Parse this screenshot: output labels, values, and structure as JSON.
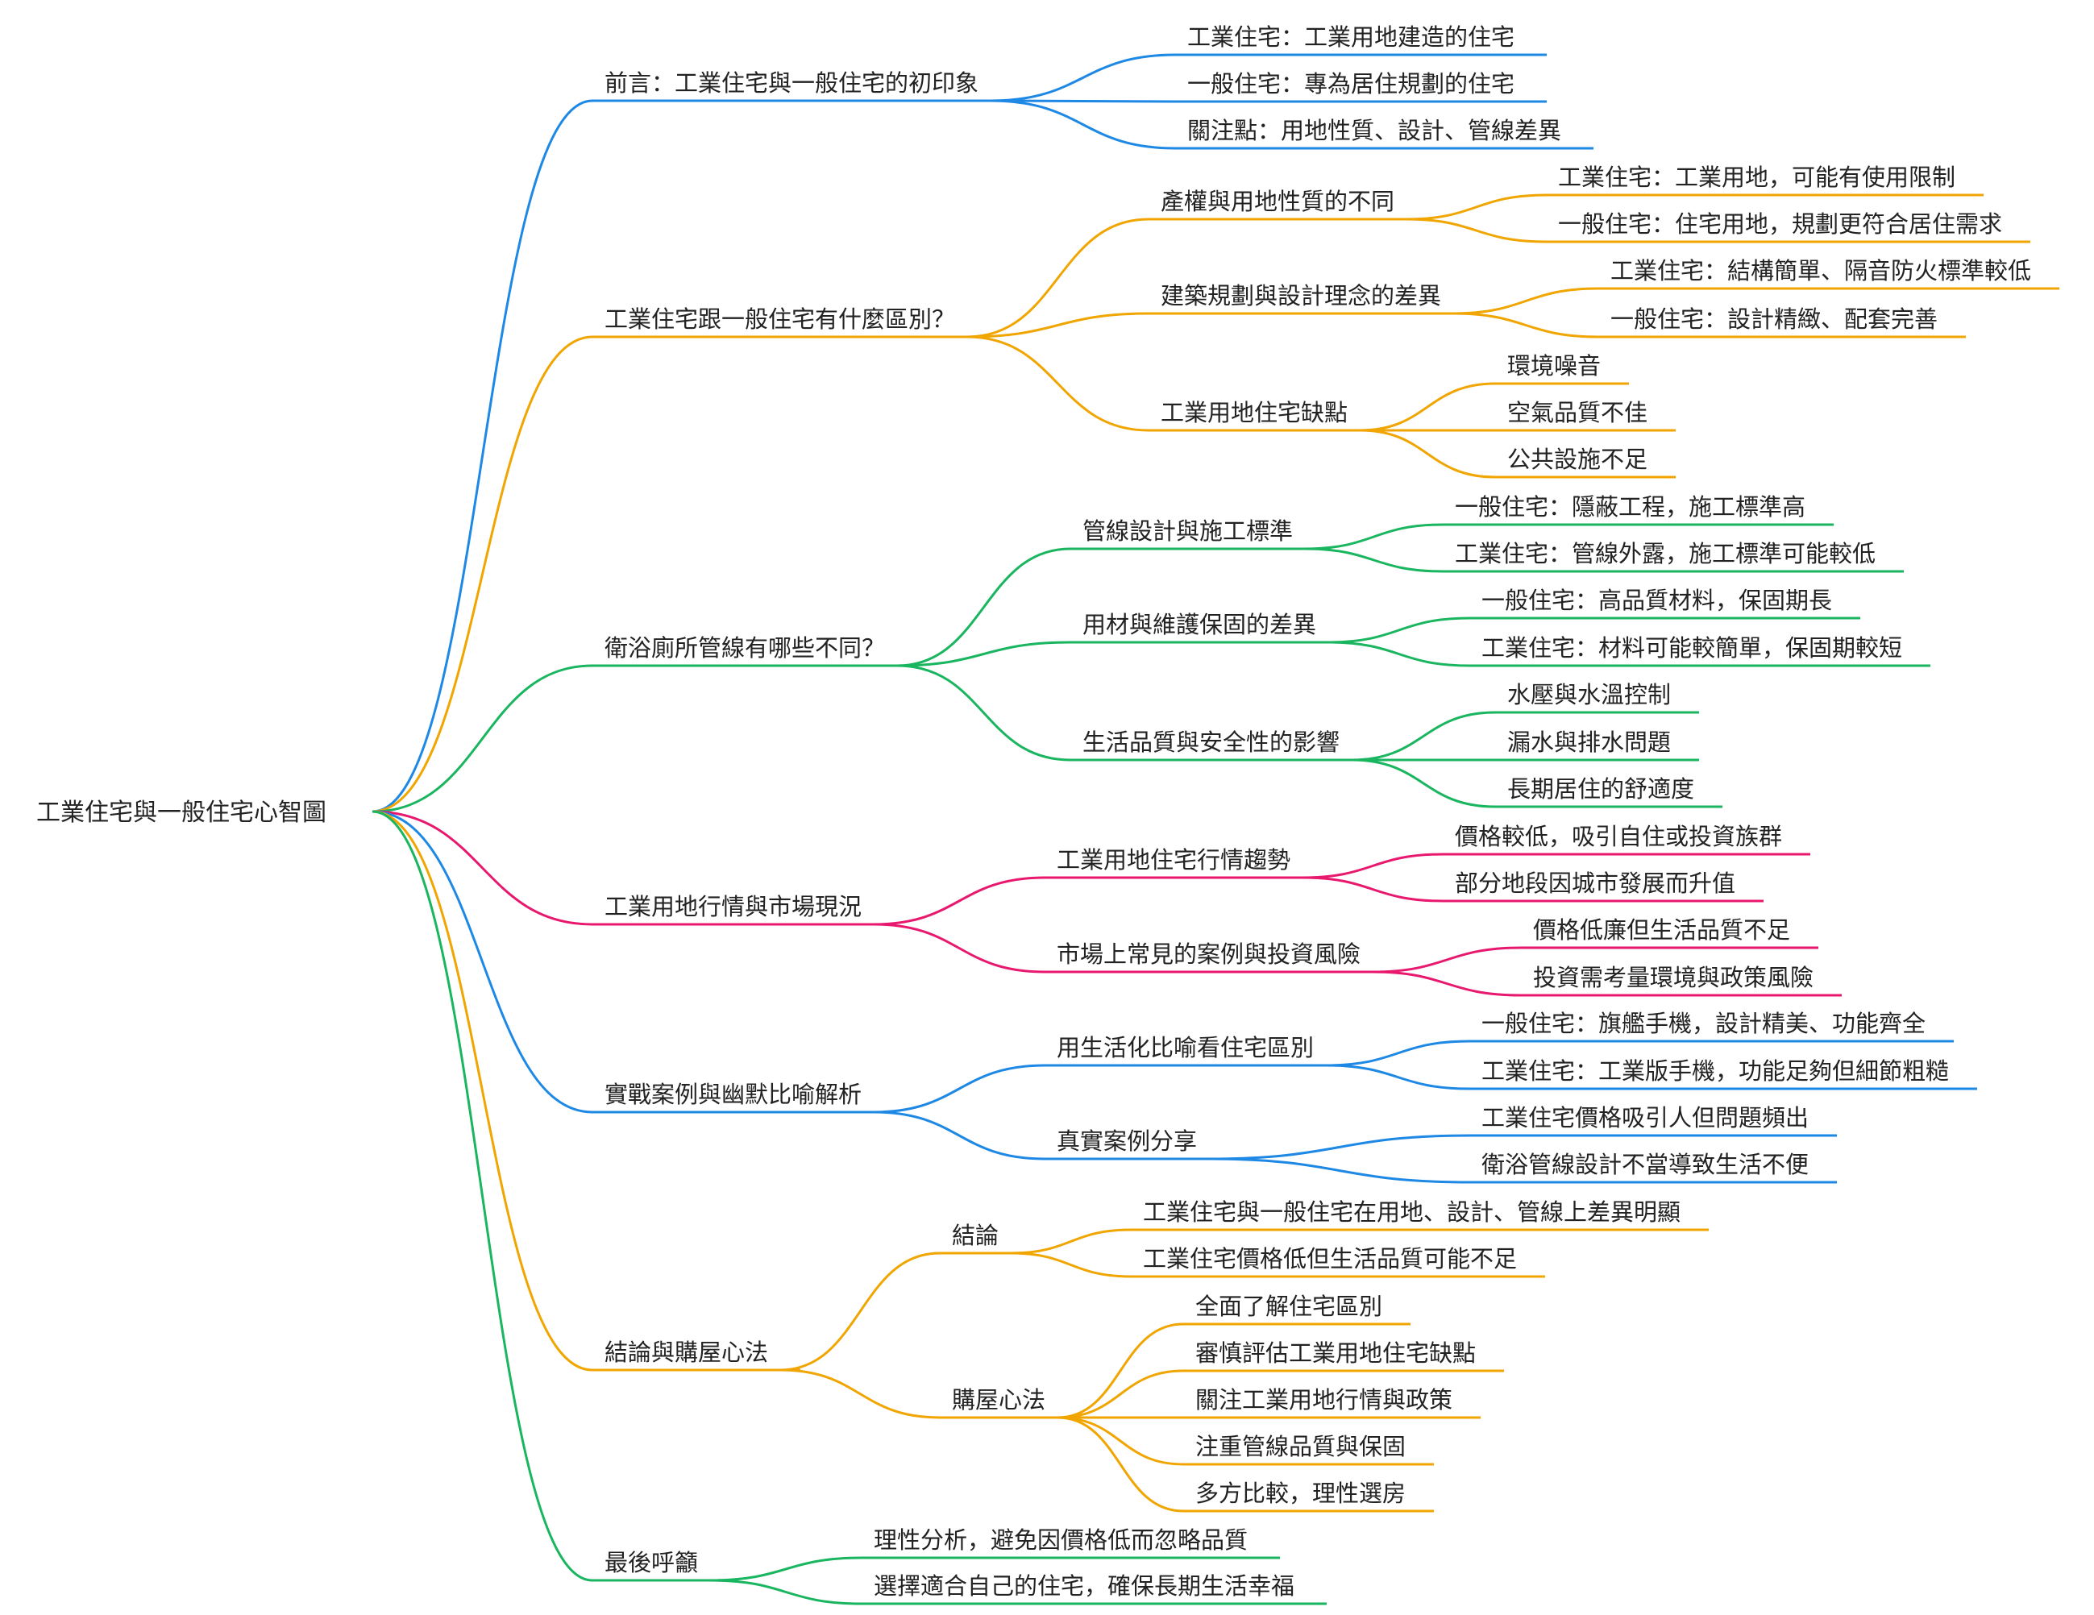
{
  "root": {
    "title": "工業住宅與一般住宅心智圖"
  },
  "colors": {
    "blue": "#1E88E5",
    "orange": "#F0A500",
    "green": "#19B55F",
    "pink": "#E8186E",
    "text": "#222222"
  },
  "branches": [
    {
      "label": "前言：工業住宅與一般住宅的初印象",
      "color": "blue",
      "children": [
        {
          "label": "工業住宅：工業用地建造的住宅"
        },
        {
          "label": "一般住宅：專為居住規劃的住宅"
        },
        {
          "label": "關注點：用地性質、設計、管線差異"
        }
      ]
    },
    {
      "label": "工業住宅跟一般住宅有什麼區別？",
      "color": "orange",
      "children": [
        {
          "label": "產權與用地性質的不同",
          "children": [
            {
              "label": "工業住宅：工業用地，可能有使用限制"
            },
            {
              "label": "一般住宅：住宅用地，規劃更符合居住需求"
            }
          ]
        },
        {
          "label": "建築規劃與設計理念的差異",
          "children": [
            {
              "label": "工業住宅：結構簡單、隔音防火標準較低"
            },
            {
              "label": "一般住宅：設計精緻、配套完善"
            }
          ]
        },
        {
          "label": "工業用地住宅缺點",
          "children": [
            {
              "label": "環境噪音"
            },
            {
              "label": "空氣品質不佳"
            },
            {
              "label": "公共設施不足"
            }
          ]
        }
      ]
    },
    {
      "label": "衛浴廁所管線有哪些不同？",
      "color": "green",
      "children": [
        {
          "label": "管線設計與施工標準",
          "children": [
            {
              "label": "一般住宅：隱蔽工程，施工標準高"
            },
            {
              "label": "工業住宅：管線外露，施工標準可能較低"
            }
          ]
        },
        {
          "label": "用材與維護保固的差異",
          "children": [
            {
              "label": "一般住宅：高品質材料，保固期長"
            },
            {
              "label": "工業住宅：材料可能較簡單，保固期較短"
            }
          ]
        },
        {
          "label": "生活品質與安全性的影響",
          "children": [
            {
              "label": "水壓與水溫控制"
            },
            {
              "label": "漏水與排水問題"
            },
            {
              "label": "長期居住的舒適度"
            }
          ]
        }
      ]
    },
    {
      "label": "工業用地行情與市場現況",
      "color": "pink",
      "children": [
        {
          "label": "工業用地住宅行情趨勢",
          "children": [
            {
              "label": "價格較低，吸引自住或投資族群"
            },
            {
              "label": "部分地段因城市發展而升值"
            }
          ]
        },
        {
          "label": "市場上常見的案例與投資風險",
          "children": [
            {
              "label": "價格低廉但生活品質不足"
            },
            {
              "label": "投資需考量環境與政策風險"
            }
          ]
        }
      ]
    },
    {
      "label": "實戰案例與幽默比喻解析",
      "color": "blue",
      "children": [
        {
          "label": "用生活化比喻看住宅區別",
          "children": [
            {
              "label": "一般住宅：旗艦手機，設計精美、功能齊全"
            },
            {
              "label": "工業住宅：工業版手機，功能足夠但細節粗糙"
            }
          ]
        },
        {
          "label": "真實案例分享",
          "children": [
            {
              "label": "工業住宅價格吸引人但問題頻出"
            },
            {
              "label": "衛浴管線設計不當導致生活不便"
            }
          ]
        }
      ]
    },
    {
      "label": "結論與購屋心法",
      "color": "orange",
      "children": [
        {
          "label": "結論",
          "children": [
            {
              "label": "工業住宅與一般住宅在用地、設計、管線上差異明顯"
            },
            {
              "label": "工業住宅價格低但生活品質可能不足"
            }
          ]
        },
        {
          "label": "購屋心法",
          "children": [
            {
              "label": "全面了解住宅區別"
            },
            {
              "label": "審慎評估工業用地住宅缺點"
            },
            {
              "label": "關注工業用地行情與政策"
            },
            {
              "label": "注重管線品質與保固"
            },
            {
              "label": "多方比較，理性選房"
            }
          ]
        }
      ]
    },
    {
      "label": "最後呼籲",
      "color": "green",
      "children": [
        {
          "label": "理性分析，避免因價格低而忽略品質"
        },
        {
          "label": "選擇適合自己的住宅，確保長期生活幸福"
        }
      ]
    }
  ]
}
